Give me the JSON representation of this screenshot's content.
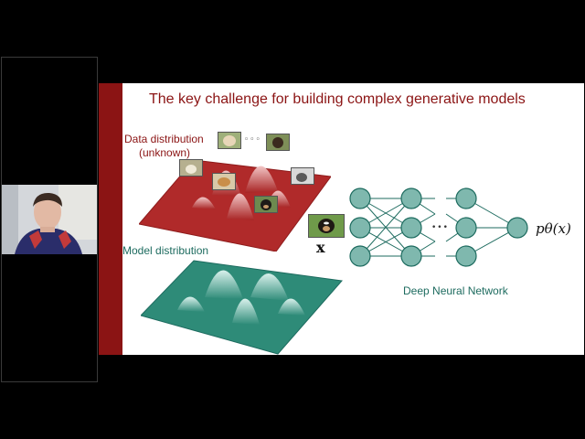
{
  "slide": {
    "title": "The key challenge for building complex generative models",
    "data_distribution_label": "Data distribution",
    "data_distribution_note": "(unknown)",
    "model_distribution_label": "Model distribution",
    "network_label": "Deep Neural Network",
    "sample_variable": "x",
    "output_label": "pθ(x)",
    "thumb_ellipsis": "◦◦◦",
    "layer_ellipsis": "•••"
  },
  "colors": {
    "accent_dark_red": "#8b1414",
    "data_surface": "#b02a2a",
    "model_surface": "#2e8b78",
    "neuron_fill": "#7fb8ae",
    "network_edges": "#1d6b5f"
  },
  "icons": [
    "dog-photo-thumbnail",
    "neural-network-diagram",
    "webcam-presenter-video"
  ]
}
